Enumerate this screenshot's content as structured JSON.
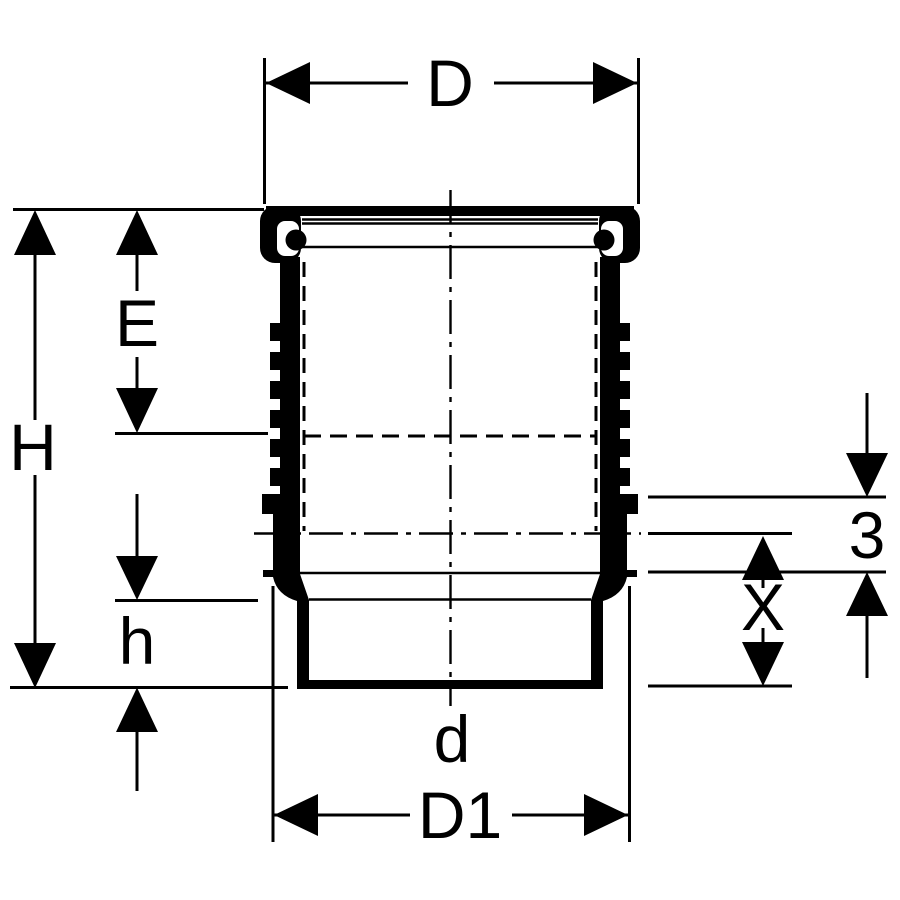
{
  "drawing": {
    "kind": "pipe-fitting-dimension-drawing",
    "colors": {
      "line": "#000000",
      "background": "#ffffff"
    },
    "labels": {
      "socket_outer_diameter": "D",
      "socket_depth": "E",
      "overall_height": "H",
      "spigot_length": "h",
      "ring_gap": "3",
      "insertion_mark_distance": "X",
      "inner_diameter": "d",
      "lower_outer_diameter": "D1"
    }
  }
}
